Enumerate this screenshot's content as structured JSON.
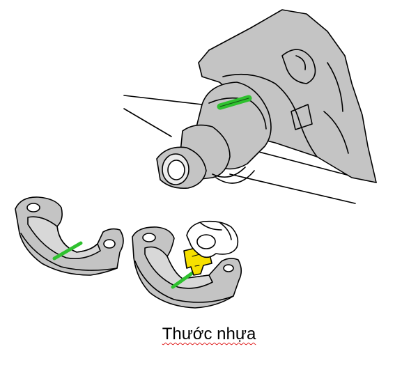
{
  "caption": "Thước nhựa",
  "colors": {
    "part_fill": "#c4c4c4",
    "part_dark": "#9c9c9c",
    "outline": "#000000",
    "plastigage_green": "#2fc12f",
    "gauge_yellow": "#f7e000",
    "caption_underline": "#e02020"
  },
  "icons": [
    "crankshaft-journal",
    "bearing-shell-left",
    "bearing-shell-right",
    "finger",
    "plastigage-gauge"
  ]
}
